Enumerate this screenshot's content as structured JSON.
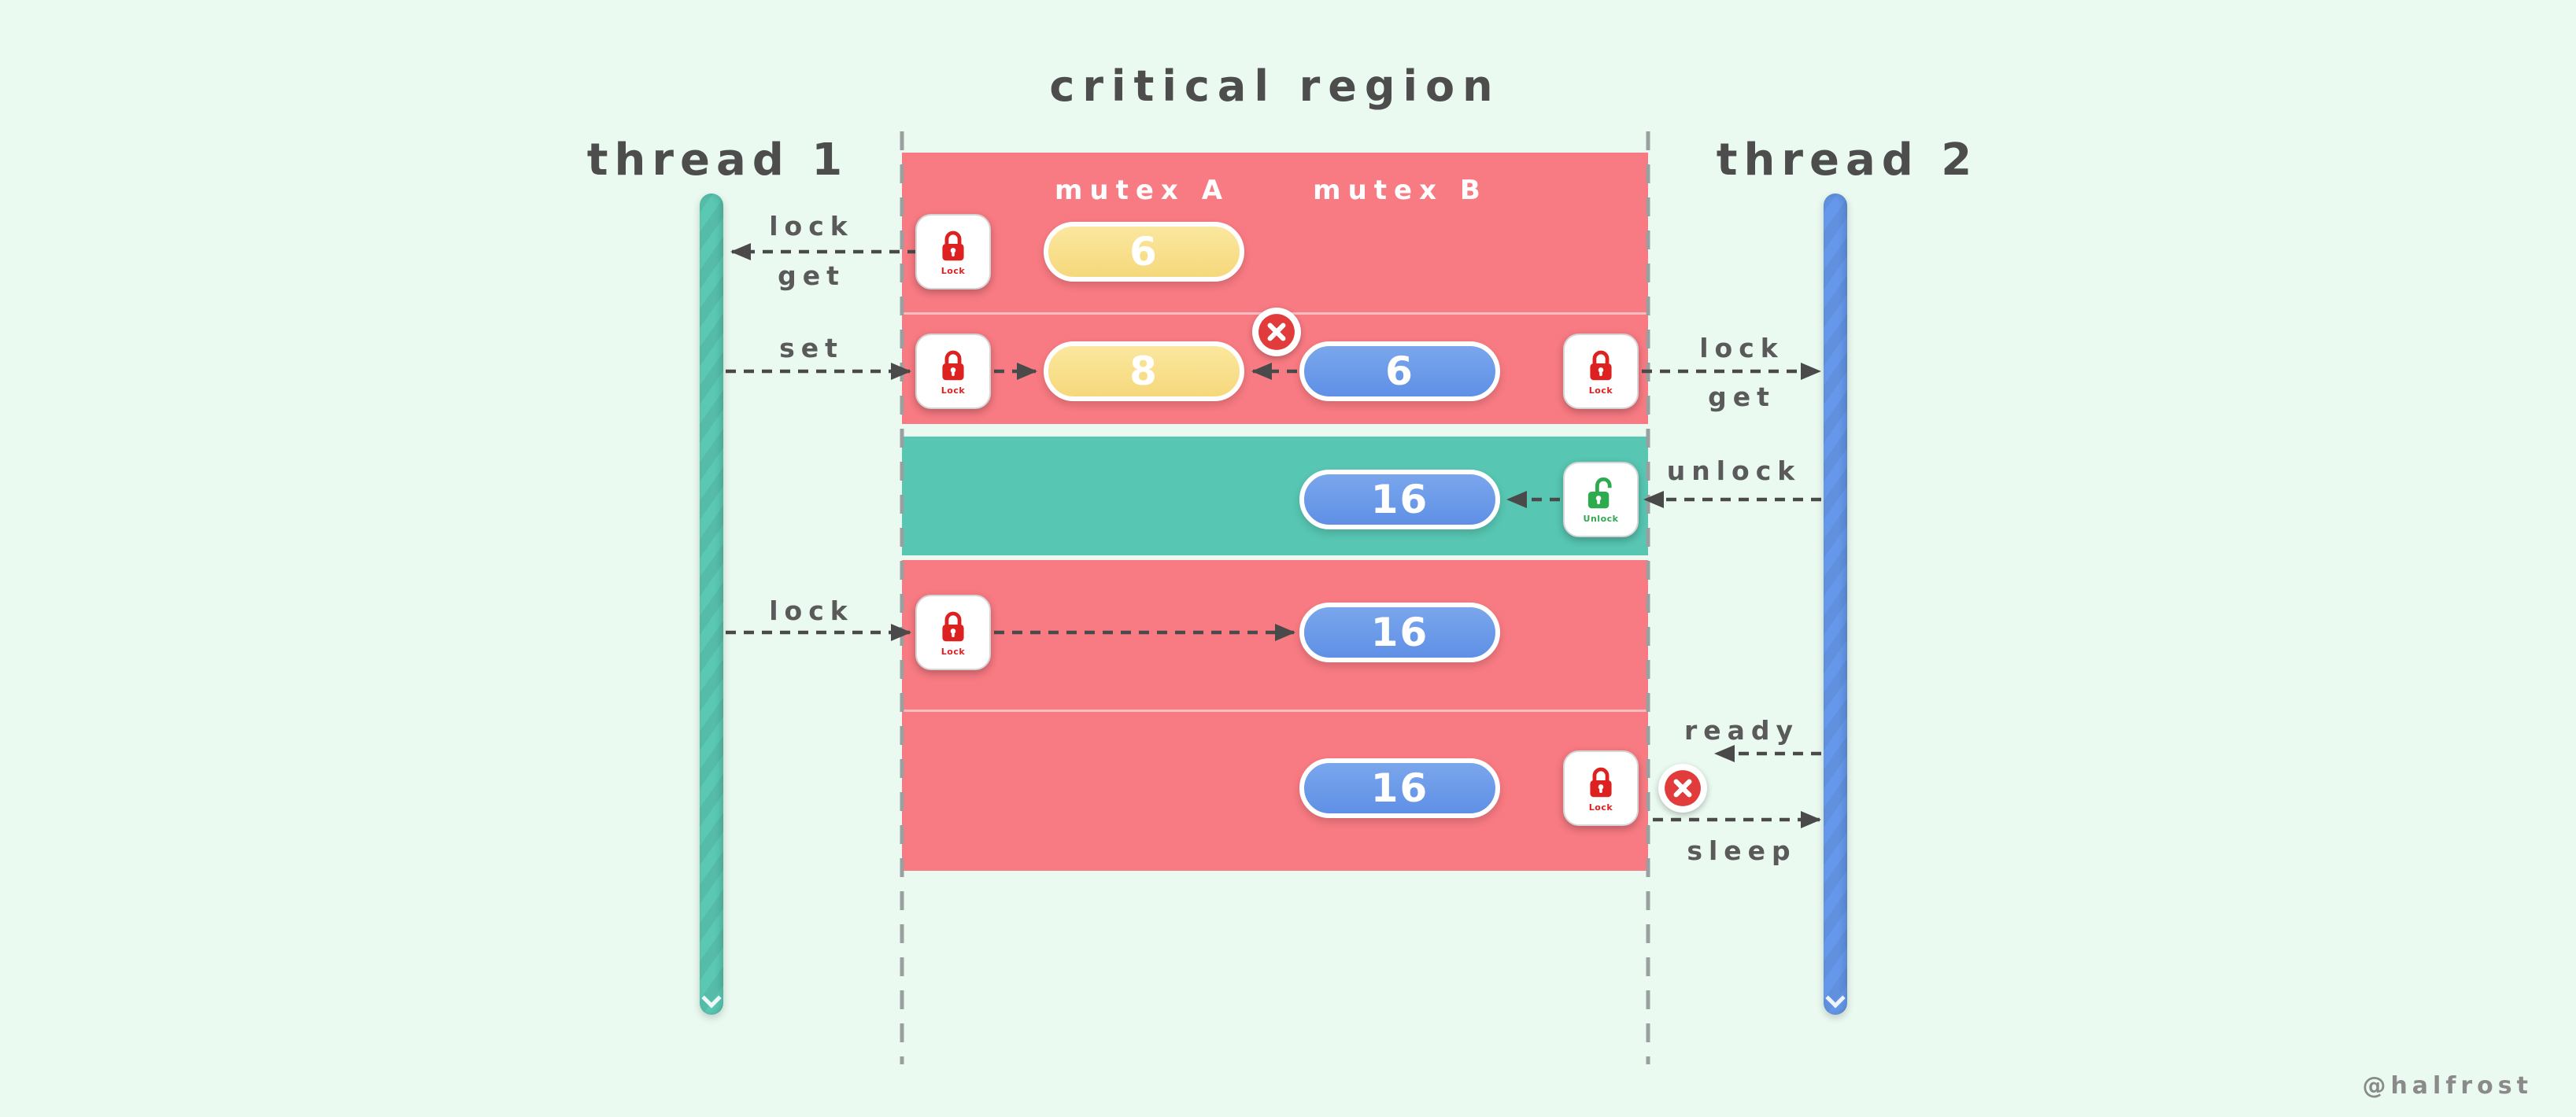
{
  "title": "critical region",
  "watermark": "@halfrost",
  "thread1": {
    "label": "thread 1"
  },
  "thread2": {
    "label": "thread 2"
  },
  "region": {
    "mutex_a_header": "mutex A",
    "mutex_b_header": "mutex B"
  },
  "rows": {
    "row1": {
      "left_label_top": "lock",
      "left_label_bottom": "get",
      "mutex_a_value": "6"
    },
    "row2": {
      "left_label": "set",
      "mutex_a_value": "8",
      "mutex_b_value": "6",
      "right_label_top": "lock",
      "right_label_bottom": "get"
    },
    "row3": {
      "mutex_b_value": "16",
      "right_label": "unlock"
    },
    "row4": {
      "left_label": "lock",
      "mutex_b_value": "16"
    },
    "row5": {
      "mutex_b_value": "16",
      "right_label_top": "ready",
      "right_label_bottom": "sleep"
    }
  },
  "icons": {
    "lock_caption": "Lock",
    "unlock_caption": "Unlock"
  },
  "colors": {
    "background": "#eafaf0",
    "band_red": "#f87a82",
    "band_teal": "#57c6b2",
    "thread1_bar": "#5bc8b4",
    "thread2_bar": "#6598ea",
    "pill_yellow": "#f6d87c",
    "pill_blue": "#6e9ce9",
    "lock_red": "#dd2020",
    "unlock_green": "#2eab4f",
    "arrow_gray": "#4a4a4a"
  }
}
